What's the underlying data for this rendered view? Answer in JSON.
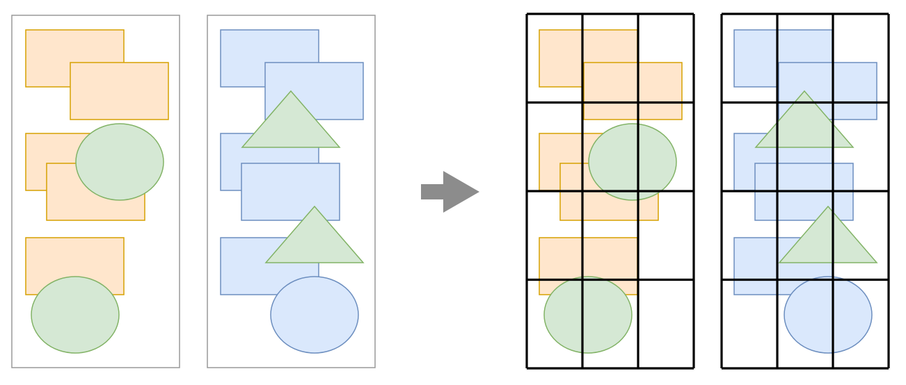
{
  "colors": {
    "panel_border": "#999999",
    "orange_fill": "#ffe6cc",
    "orange_stroke": "#d6a100",
    "blue_fill": "#dae8fc",
    "blue_stroke": "#6c8ebf",
    "green_fill": "#d5e8d4",
    "green_stroke": "#82b366",
    "arrow": "#8c8c8c",
    "grid": "#000000"
  },
  "panels": [
    {
      "name": "left-panel-a",
      "shapes": [
        {
          "kind": "rect",
          "theme": "orange"
        },
        {
          "kind": "rect",
          "theme": "orange"
        },
        {
          "kind": "rect",
          "theme": "orange"
        },
        {
          "kind": "rect",
          "theme": "orange"
        },
        {
          "kind": "ellipse",
          "theme": "green"
        },
        {
          "kind": "rect",
          "theme": "orange"
        },
        {
          "kind": "ellipse",
          "theme": "green"
        }
      ]
    },
    {
      "name": "left-panel-b",
      "shapes": [
        {
          "kind": "rect",
          "theme": "blue"
        },
        {
          "kind": "rect",
          "theme": "blue"
        },
        {
          "kind": "triangle",
          "theme": "green"
        },
        {
          "kind": "rect",
          "theme": "blue"
        },
        {
          "kind": "rect",
          "theme": "blue"
        },
        {
          "kind": "rect",
          "theme": "blue"
        },
        {
          "kind": "triangle",
          "theme": "green"
        },
        {
          "kind": "ellipse",
          "theme": "blue"
        }
      ]
    }
  ],
  "grid": {
    "columns": 3,
    "rows": 4
  },
  "arrow": {
    "direction": "right"
  }
}
